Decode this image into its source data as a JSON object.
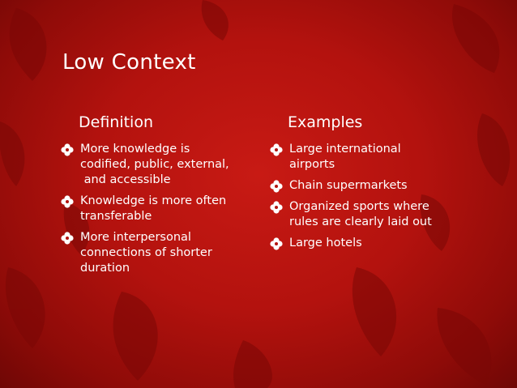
{
  "slide": {
    "title": "Low Context",
    "left_heading": "Definition",
    "right_heading": "Examples",
    "left_items": [
      {
        "text": "More knowledge is\ncodified, public, external,\n and accessible"
      },
      {
        "text": "Knowledge is more often\ntransferable"
      },
      {
        "text": "More interpersonal\nconnections of shorter\nduration"
      }
    ],
    "right_items": [
      {
        "text": "Large international\nairports"
      },
      {
        "text": "Chain supermarkets"
      },
      {
        "text": "Organized sports where\nrules are clearly laid out"
      },
      {
        "text": "Large hotels"
      }
    ],
    "bullet_icon": "quatrefoil-bullet-icon",
    "colors": {
      "background": "#b3120e",
      "text": "#ffffff",
      "leaf": "#7a0806"
    }
  }
}
